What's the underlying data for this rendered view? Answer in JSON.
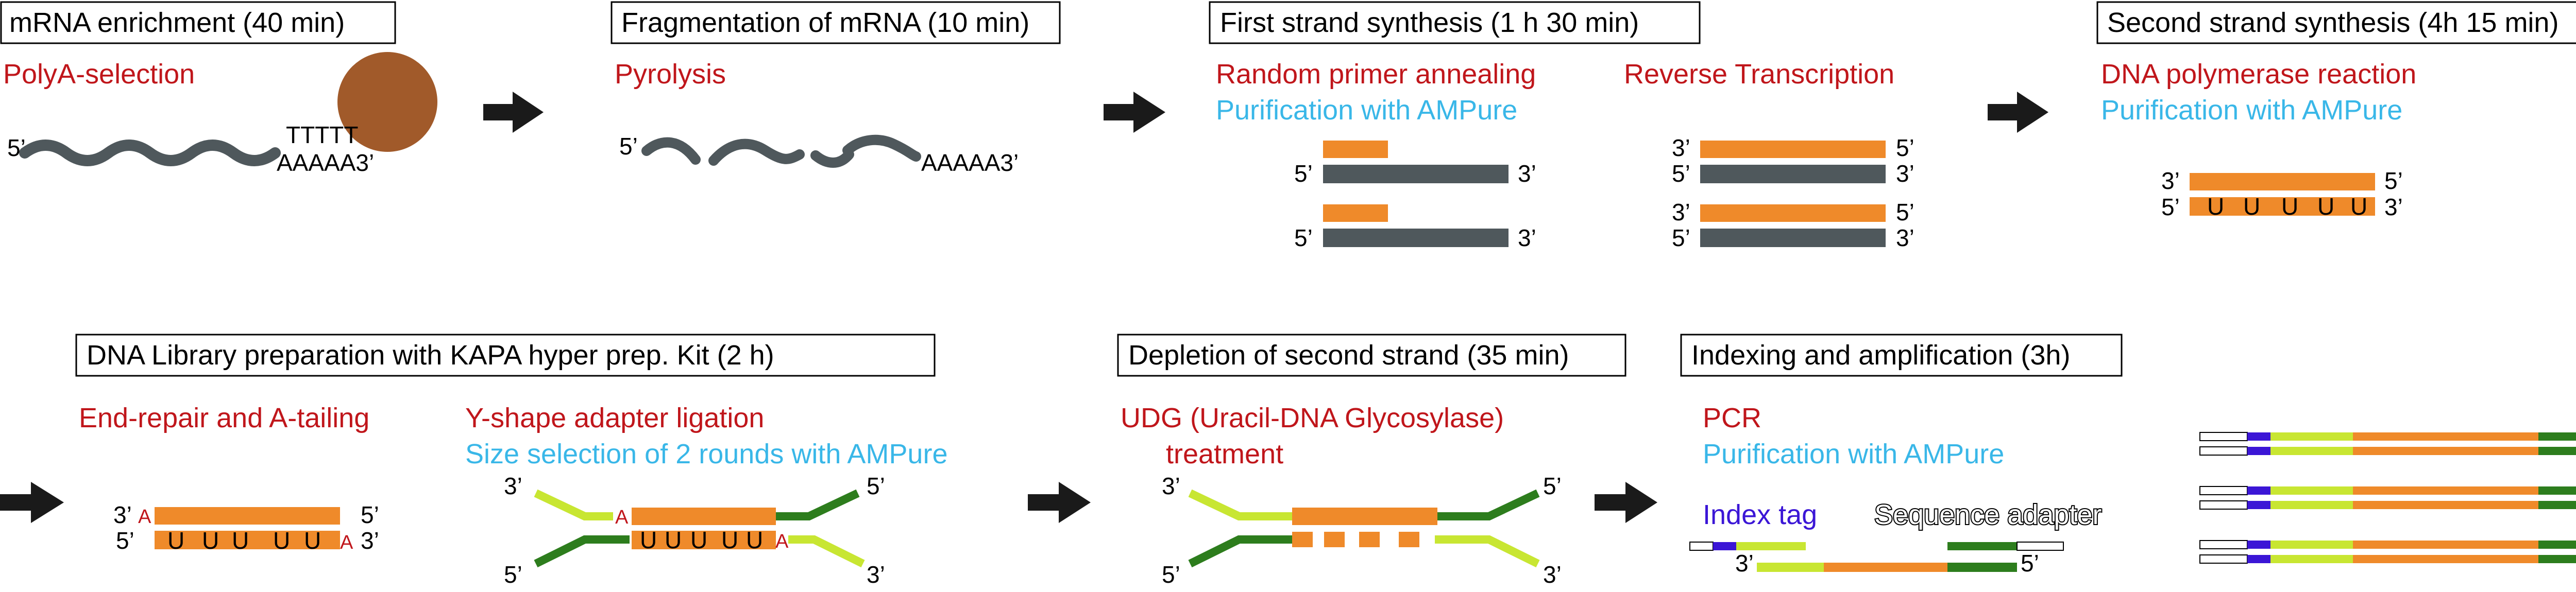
{
  "colors": {
    "orange": "#ef8a2a",
    "gray": "#4f585c",
    "red": "#c0161b",
    "blue": "#39b7e8",
    "lime": "#c8e632",
    "green": "#2d7d1d",
    "purple": "#3b16d6",
    "bead": "#a15a2a"
  },
  "steps": {
    "s1": {
      "title": "mRNA enrichment (40 min)",
      "red1": "PolyA-selection",
      "five": "5’",
      "polyT": "TTTTT",
      "polyA": "AAAAA3’"
    },
    "s2": {
      "title": "Fragmentation of mRNA (10 min)",
      "red1": "Pyrolysis",
      "five": "5’",
      "polyA": "AAAAA3’"
    },
    "s3": {
      "title": "First strand synthesis (1 h 30 min)",
      "red1": "Random primer annealing",
      "blue1": "Purification with AMPure",
      "red2": "Reverse Transcription",
      "five": "5’",
      "three": "3’"
    },
    "s4": {
      "title": "Second strand synthesis (4h 15 min)",
      "red1": "DNA polymerase reaction",
      "blue1": "Purification with AMPure",
      "five": "5’",
      "three": "3’",
      "uracil": "U"
    },
    "s5": {
      "title": "DNA Library preparation with KAPA hyper prep. Kit (2 h)",
      "red1": "End-repair and A-tailing",
      "red2": "Y-shape adapter ligation",
      "blue1": "Size selection of 2 rounds with AMPure",
      "five": "5’",
      "three": "3’",
      "a_tail": "A",
      "uracil": "U"
    },
    "s6": {
      "title": "Depletion of second strand (35 min)",
      "red1": "UDG (Uracil-DNA Glycosylase)",
      "red2": "treatment",
      "five": "5’",
      "three": "3’"
    },
    "s7": {
      "title": "Indexing and amplification (3h)",
      "red1": "PCR",
      "blue1": "Purification with AMPure",
      "index_tag": "Index tag",
      "seq_adapter": "Sequence adapter",
      "five": "5’",
      "three": "3’"
    }
  }
}
